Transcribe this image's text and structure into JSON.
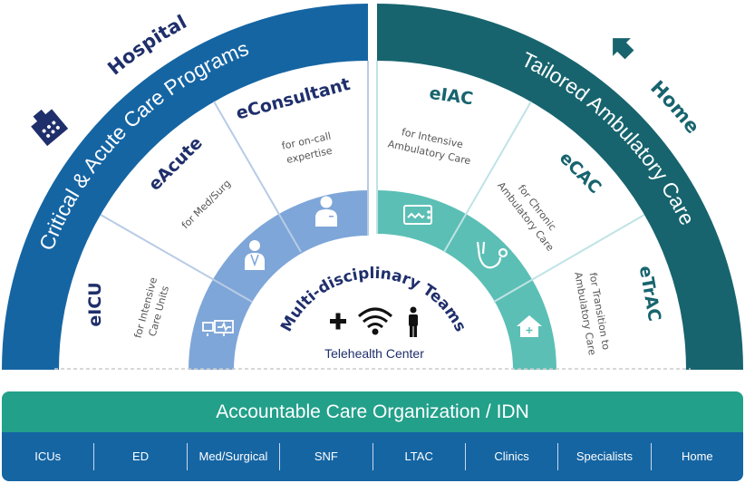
{
  "colors": {
    "hospital_band": "#1565a3",
    "ambulatory_band": "#17646e",
    "hospital_ring": "#7ea6d8",
    "ambulatory_ring": "#5bbfb5",
    "aco_bar": "#22a08a",
    "settings_bar": "#1565a3",
    "navy_text": "#1f2f6b"
  },
  "hospital": {
    "label": "Hospital",
    "icon": "hospital-building-icon",
    "band_title": "Critical & Acute Care Programs",
    "programs": [
      {
        "name": "eICU",
        "desc": [
          "for Intensive",
          "Care Units"
        ],
        "icon": "computer-monitors-icon"
      },
      {
        "name": "eAcute",
        "desc": [
          "for Med/Surg"
        ],
        "icon": "doctor-stethoscope-icon"
      },
      {
        "name": "eConsultant",
        "desc": [
          "for on-call",
          "expertise"
        ],
        "icon": "consultant-person-icon"
      }
    ]
  },
  "home": {
    "label": "Home",
    "icon": "house-arrow-icon",
    "band_title": "Tailored Ambulatory Care",
    "programs": [
      {
        "name": "eIAC",
        "desc": [
          "for Intensive",
          "Ambulatory Care"
        ],
        "icon": "vital-monitor-icon"
      },
      {
        "name": "eCAC",
        "desc": [
          "for Chronic",
          "Ambulatory Care"
        ],
        "icon": "stethoscope-icon"
      },
      {
        "name": "eTrAC",
        "desc": [
          "for Transition to",
          "Ambulatory Care"
        ],
        "icon": "home-health-icon"
      }
    ]
  },
  "center": {
    "title": "Multi-disciplinary Teams",
    "subtitle": "Telehealth Center",
    "icons": [
      "plus-icon",
      "wifi-icon",
      "person-icon"
    ]
  },
  "aco": {
    "title": "Accountable Care Organization / IDN"
  },
  "settings": [
    "ICUs",
    "ED",
    "Med/Surgical",
    "SNF",
    "LTAC",
    "Clinics",
    "Specialists",
    "Home"
  ]
}
